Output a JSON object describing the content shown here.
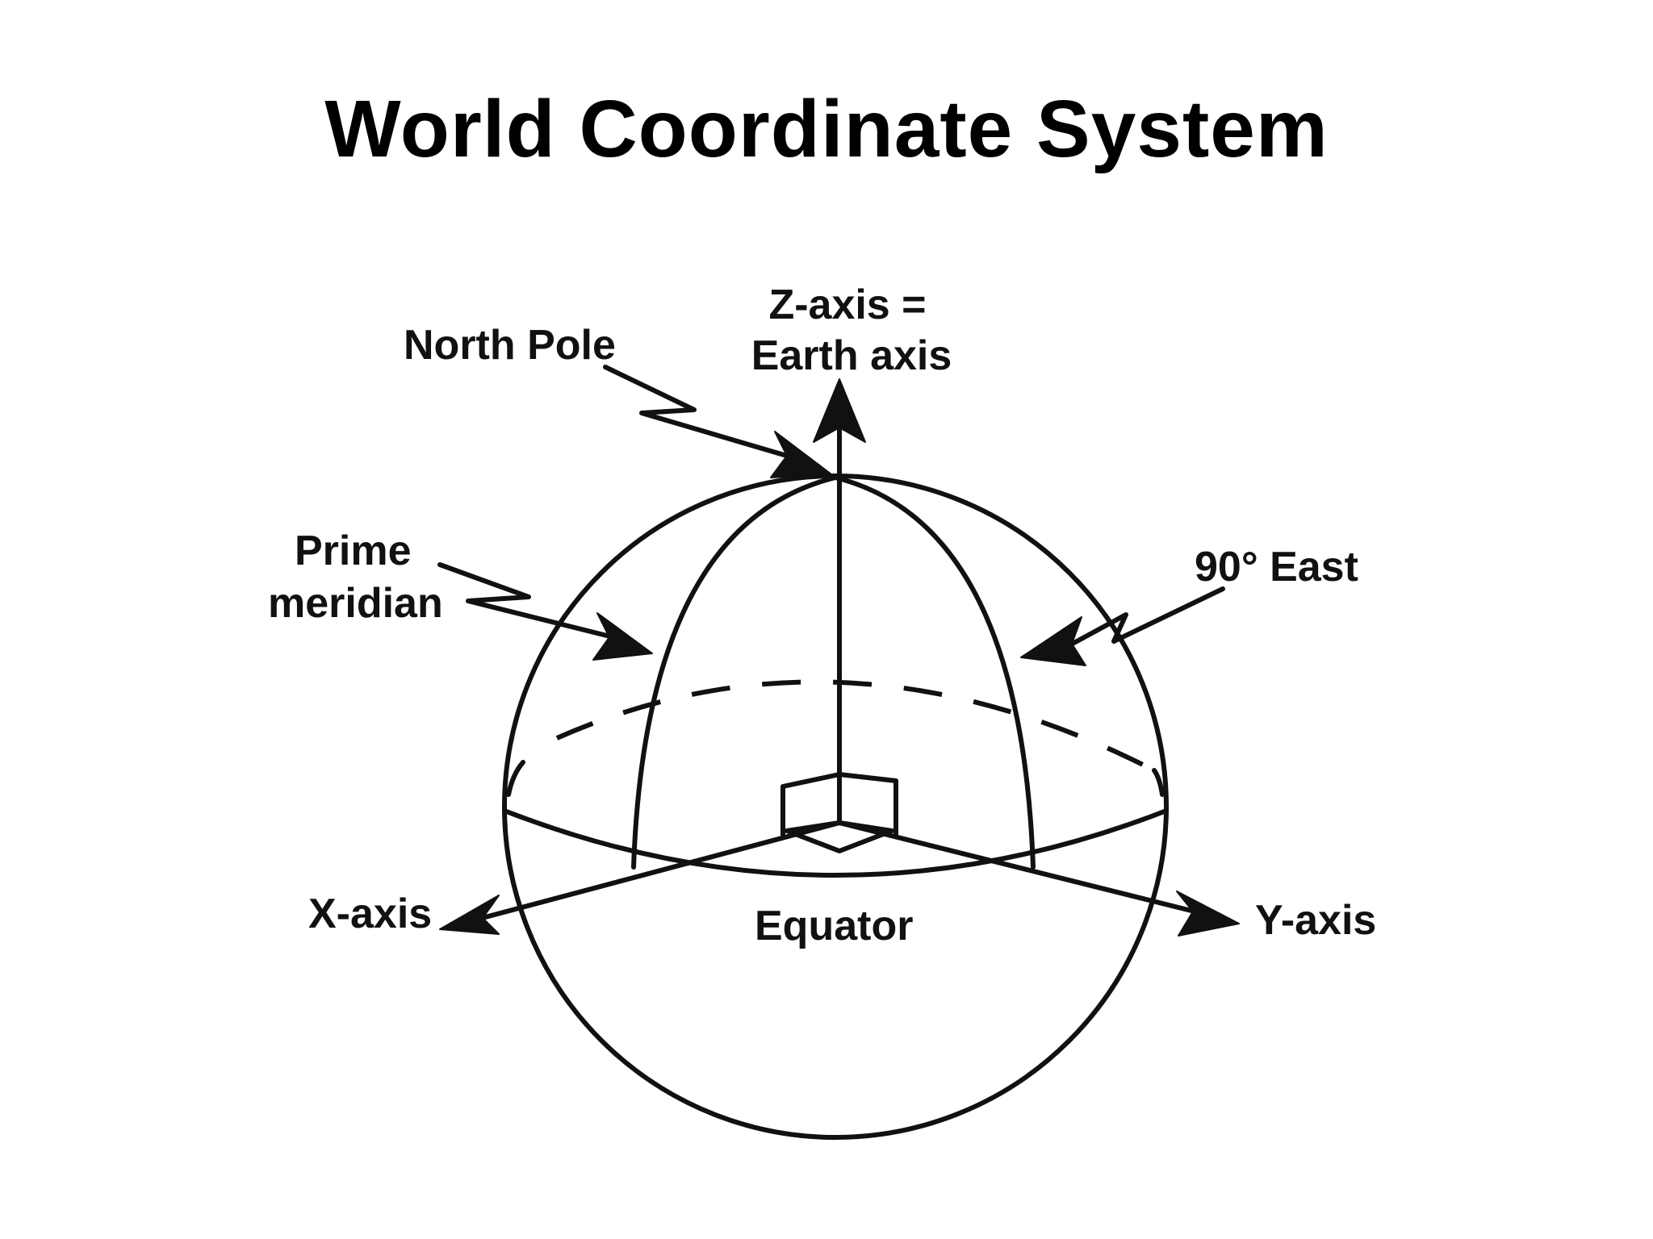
{
  "title": "World Coordinate System",
  "labels": {
    "z_axis_line1": "Z-axis =",
    "z_axis_line2": "Earth axis",
    "north_pole": "North Pole",
    "prime_line1": "Prime",
    "prime_line2": "meridian",
    "east_90": "90° East",
    "x_axis": "X-axis",
    "y_axis": "Y-axis",
    "equator": "Equator"
  },
  "colors": {
    "ink": "#111111",
    "background": "#ffffff"
  }
}
